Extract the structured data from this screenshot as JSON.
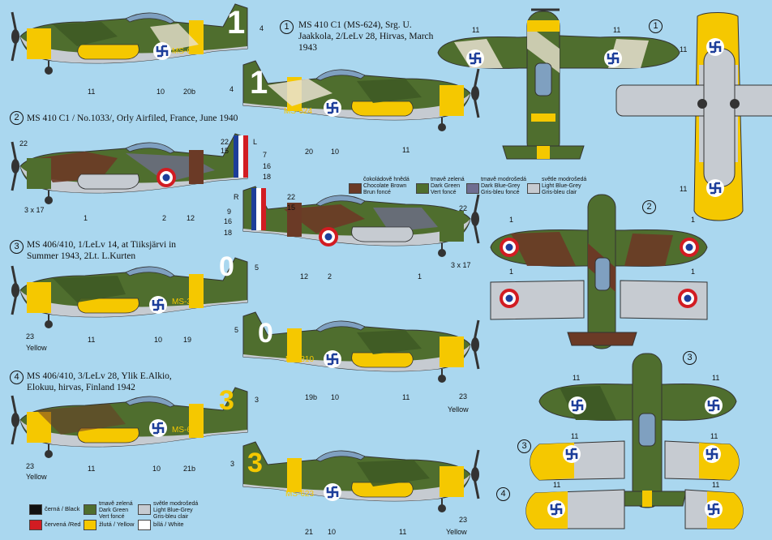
{
  "captions": {
    "c1": "MS 410 C1 (MS-624), Srg. U. Jaakkola, 2/LeLv 28, Hirvas, March 1943",
    "c2": "MS 410 C1 / No.1033/, Orly Airfiled, France, June 1940",
    "c3": "MS 406/410, 1/LeLv 14, at Tiiksjärvi in Summer 1943, 2Lt. L.Kurten",
    "c4": "MS 406/410, 3/LeLv 28, Ylik E.Alkio, Elokuu, hirvas, Finland 1942"
  },
  "markers": [
    "1",
    "2",
    "3",
    "4"
  ],
  "codes": {
    "a1": "MS-624",
    "a2": "MS-624",
    "a3": "MS-310",
    "a4": "MS-310",
    "a5": "MS-623",
    "a6": "MS-623",
    "big1": "1",
    "big2": "1",
    "big3": "0",
    "big4": "0",
    "big5": "3",
    "big6": "3"
  },
  "callouts": {
    "n4a": "4",
    "n4b": "4",
    "n11a": "11",
    "n10a": "10",
    "n20b": "20b",
    "n20": "20",
    "n10b": "10",
    "n11b": "11",
    "n22a": "22",
    "n3x17a": "3 x 17",
    "n1a": "1",
    "n2a": "2",
    "n12a": "12",
    "n22b": "22",
    "nL": "L",
    "n15a": "15",
    "n7": "7",
    "n16a": "16",
    "n18a": "18",
    "nR": "R",
    "n22c": "22",
    "n9": "9",
    "n15b": "15",
    "n16b": "16",
    "n18b": "18",
    "n22d": "22",
    "n12b": "12",
    "n2b": "2",
    "n1b": "1",
    "n3x17b": "3 x 17",
    "n5a": "5",
    "n5b": "5",
    "n23a": "23",
    "yellowA": "Yellow",
    "n11c": "11",
    "n10c": "10",
    "n19": "19",
    "n19b": "19b",
    "n10d": "10",
    "n11d": "11",
    "n23b": "23",
    "yellowB": "Yellow",
    "n3a": "3",
    "n3b": "3",
    "n23c": "23",
    "yellowC": "Yellow",
    "n11e": "11",
    "n10e": "10",
    "n21b": "21b",
    "n21": "21",
    "n10f": "10",
    "n11f": "11",
    "n23d": "23",
    "yellowD": "Yellow",
    "t11a": "11",
    "t11b": "11",
    "t11c": "11",
    "t11d": "11",
    "t1a": "1",
    "t1b": "1",
    "t1c": "1",
    "t1d": "1",
    "t11e": "11",
    "t11f": "11",
    "t11g": "11",
    "t11h": "11",
    "t11i": "11",
    "t11j": "11"
  },
  "legend_top": [
    {
      "cz": "čokoládově hnědá",
      "en": "Chocolate Brown",
      "fr": "Brun foncé",
      "color": "#6b3a26"
    },
    {
      "cz": "tmavě zelená",
      "en": "Dark Green",
      "fr": "Vert foncé",
      "color": "#4f6e2e"
    },
    {
      "cz": "tmavě modrošedá",
      "en": "Dark Blue-Grey",
      "fr": "Gris-bleu foncé",
      "color": "#6f6d90"
    },
    {
      "cz": "světle modrošedá",
      "en": "Light Blue-Grey",
      "fr": "Gris-bleu clair",
      "color": "#c6cbd1"
    }
  ],
  "legend_bottom": [
    {
      "label": "černá / Black",
      "color": "#111111"
    },
    {
      "label": "červená /Red",
      "color": "#d21c22"
    },
    {
      "cz": "tmavě zelená",
      "en": "Dark Green",
      "fr": "Vert foncé",
      "color": "#4f6e2e"
    },
    {
      "label": "žlutá / Yellow",
      "color": "#f5c800"
    },
    {
      "cz": "světle modrošedá",
      "en": "Light Blue-Grey",
      "fr": "Gris-bleu clair",
      "color": "#c6cbd1"
    },
    {
      "label": "bílá / White",
      "color": "#ffffff"
    }
  ],
  "colors": {
    "background": "#aad7ef",
    "yellow": "#f5c800",
    "green": "#4f6e2e",
    "brown": "#6b3a26",
    "darkgreen": "#3e5a25",
    "grey": "#c6cbd1",
    "red": "#d21c22",
    "blue": "#1d3e9a",
    "bluegrey": "#6f6d90"
  }
}
